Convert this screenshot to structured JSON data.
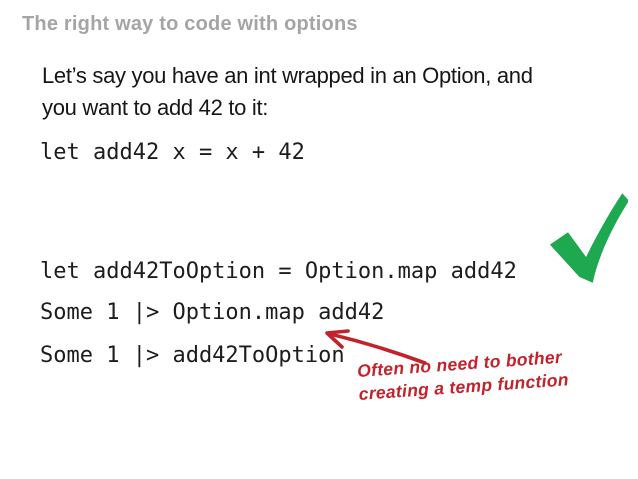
{
  "slide": {
    "title": "The right way to code with options",
    "intro_lines": [
      "Let’s say you have an int wrapped in an Option, and",
      "you want to add 42 to it:"
    ],
    "code_block_1": "let add42 x = x + 42",
    "code_block_2_lines": [
      "let add42ToOption = Option.map add42",
      "Some 1 |> add42ToOption"
    ],
    "code_block_3": "Some 1 |> Option.map add42",
    "annotation_lines": [
      "Often no need to bother",
      "creating a temp function"
    ],
    "icons": {
      "checkmark": "green-checkmark-icon",
      "arrow": "red-hand-drawn-arrow-icon"
    },
    "colors": {
      "background": "#ffffff",
      "title_gray": "#a5a5a5",
      "body_black": "#161616",
      "code_black": "#1d1d1d",
      "check_green": "#1ea850",
      "annotation_red": "#c2232b"
    }
  }
}
